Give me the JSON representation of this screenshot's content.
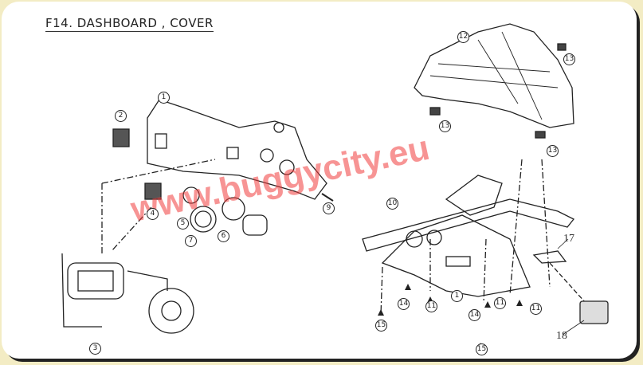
{
  "title": "F14. DASHBOARD , COVER",
  "watermark": "www.buggycity.eu",
  "callouts": {
    "c1a": "1",
    "c1b": "1",
    "c2": "2",
    "c3": "3",
    "c4": "4",
    "c5": "5",
    "c6": "6",
    "c7": "7",
    "c9": "9",
    "c10": "10",
    "c11a": "11",
    "c11b": "11",
    "c11c": "11",
    "c12": "12",
    "c13a": "13",
    "c13b": "13",
    "c13c": "13",
    "c14a": "14",
    "c14b": "14",
    "c15a": "15",
    "c15b": "15"
  },
  "plain_labels": {
    "p17": "17",
    "p18": "18"
  }
}
